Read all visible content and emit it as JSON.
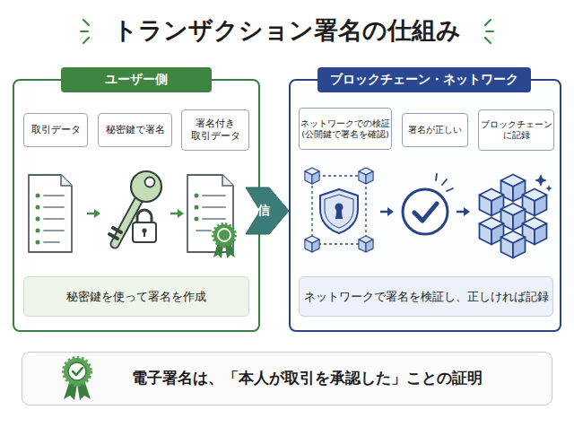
{
  "diagram": {
    "title": "トランザクション署名の仕組み",
    "nodes": [
      {
        "text": [
          "ユーザー側"
        ]
      },
      {
        "text": [
          "取引データ"
        ],
        "in": 0
      },
      {
        "text": [
          "秘密鍵で署名"
        ],
        "in": 0
      },
      {
        "text": [
          "署名付き 取引データ"
        ],
        "in": 0
      },
      {
        "text": [
          "秘密鍵を使って署名を作成"
        ],
        "in": 0
      },
      {
        "text": [
          "ブロックチェーン・ネットワーク"
        ]
      },
      {
        "text": [
          "ネットワークでの検証 (公開鍵で署名を確認)"
        ],
        "in": 5
      },
      {
        "text": [
          "署名が正しい"
        ],
        "in": 5
      },
      {
        "text": [
          "ブロックチェーン に記録"
        ],
        "in": 5
      },
      {
        "text": [
          "ネットワークで署名を検証し、正しければ記録"
        ],
        "in": 5
      },
      {
        "text": [
          "電子署名は、「本人が取引を承認した」ことの証明"
        ]
      }
    ],
    "edges": [
      {
        "from": 0,
        "to": 5,
        "label": "送信",
        "arrow": "to"
      }
    ]
  }
}
